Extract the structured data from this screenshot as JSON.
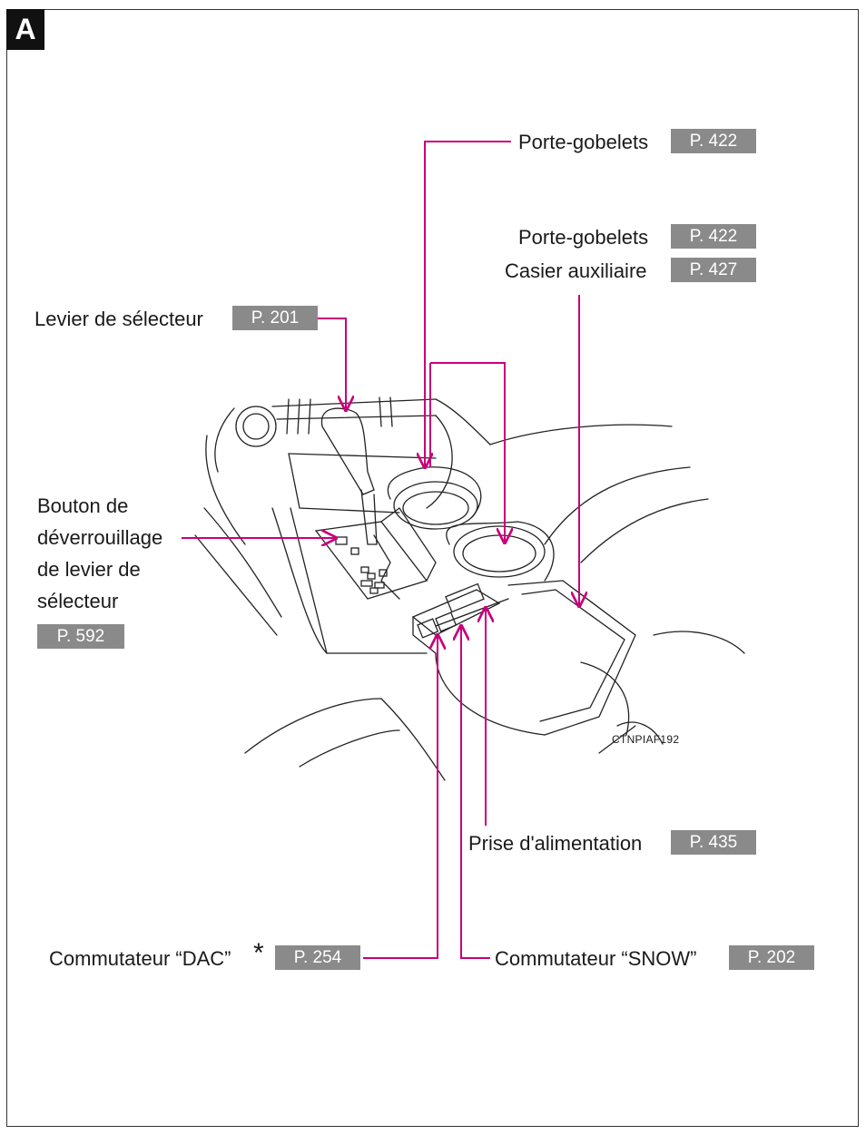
{
  "section": "A",
  "figure_code": "CTNPIAF192",
  "callouts": {
    "porte_gobelets_top": {
      "label": "Porte-gobelets",
      "ref": "P. 422"
    },
    "porte_gobelets_mid": {
      "label": "Porte-gobelets",
      "ref": "P. 422"
    },
    "casier_auxiliaire": {
      "label": "Casier auxiliaire",
      "ref": "P. 427"
    },
    "levier_selecteur": {
      "label": "Levier de sélecteur",
      "ref": "P. 201"
    },
    "bouton_deverrouillage": {
      "lines": [
        "Bouton de",
        "déverrouillage",
        "de levier de",
        "sélecteur"
      ],
      "ref": "P. 592"
    },
    "prise_alimentation": {
      "label": "Prise d'alimentation",
      "ref": "P. 435"
    },
    "commutateur_dac": {
      "label": "Commutateur “DAC”",
      "asterisk": "*",
      "ref": "P. 254"
    },
    "commutateur_snow": {
      "label": "Commutateur “SNOW”",
      "ref": "P. 202"
    }
  },
  "colors": {
    "leader_line": "#c8007a",
    "ref_badge": "#8a8a8a",
    "badge": "#111111"
  }
}
